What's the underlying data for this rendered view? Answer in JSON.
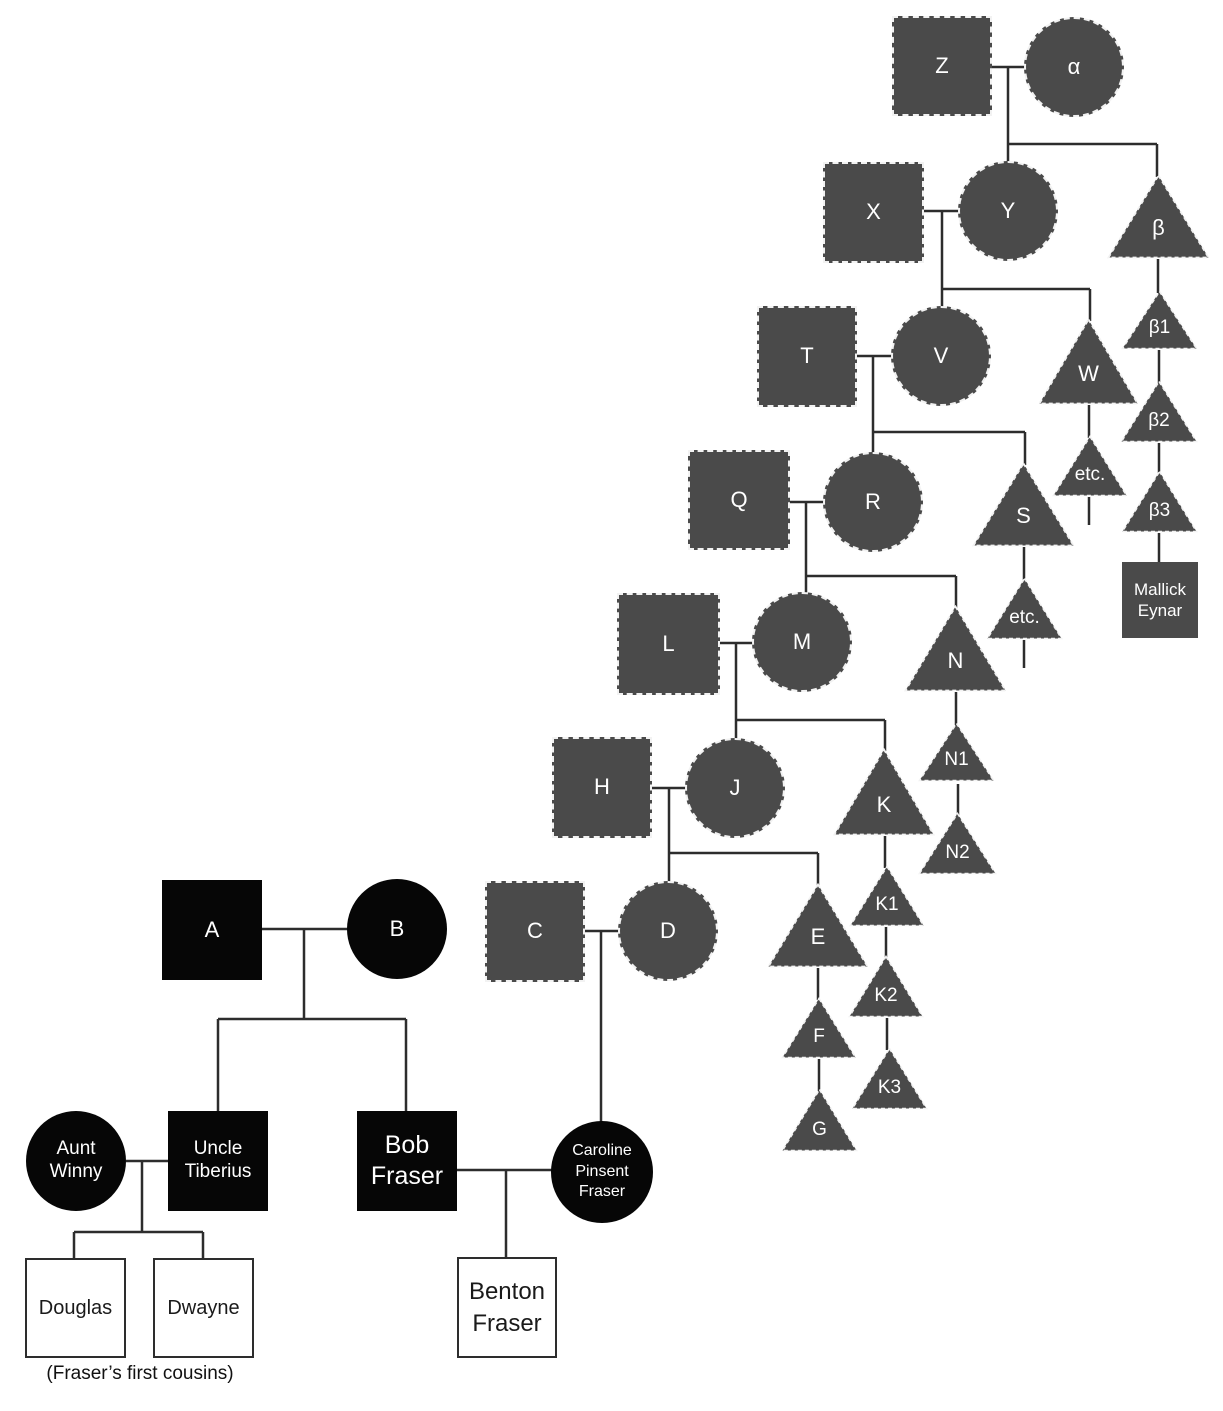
{
  "palette": {
    "shape_gray": "#4a4a4a",
    "shape_black": "#060606",
    "shape_white": "#ffffff",
    "line_color": "#2d2d2d",
    "label_on_dark": "#ffffff",
    "label_on_light": "#1a1a1a"
  },
  "nodes": {
    "Z": "Z",
    "alpha": "α",
    "X": "X",
    "Y": "Y",
    "beta": "β",
    "T": "T",
    "V": "V",
    "W": "W",
    "beta1": "β1",
    "Q": "Q",
    "R": "R",
    "S": "S",
    "etc_under_w": "etc.",
    "beta2": "β2",
    "L": "L",
    "M": "M",
    "N": "N",
    "etc_under_s": "etc.",
    "beta3": "β3",
    "H": "H",
    "J": "J",
    "K": "K",
    "N1": "N1",
    "mallick_eynar": "Mallick Eynar",
    "C": "C",
    "D": "D",
    "E": "E",
    "K1": "K1",
    "N2": "N2",
    "A": "A",
    "B": "B",
    "F": "F",
    "K2": "K2",
    "G": "G",
    "K3": "K3",
    "aunt_winny": "Aunt Winny",
    "uncle_tiberius": "Uncle Tiberius",
    "bob_fraser": "Bob Fraser",
    "caroline": "Caroline Pinsent Fraser",
    "douglas": "Douglas",
    "dwayne": "Dwayne",
    "benton_fraser": "Benton Fraser"
  },
  "caption": "(Fraser’s first cousins)"
}
